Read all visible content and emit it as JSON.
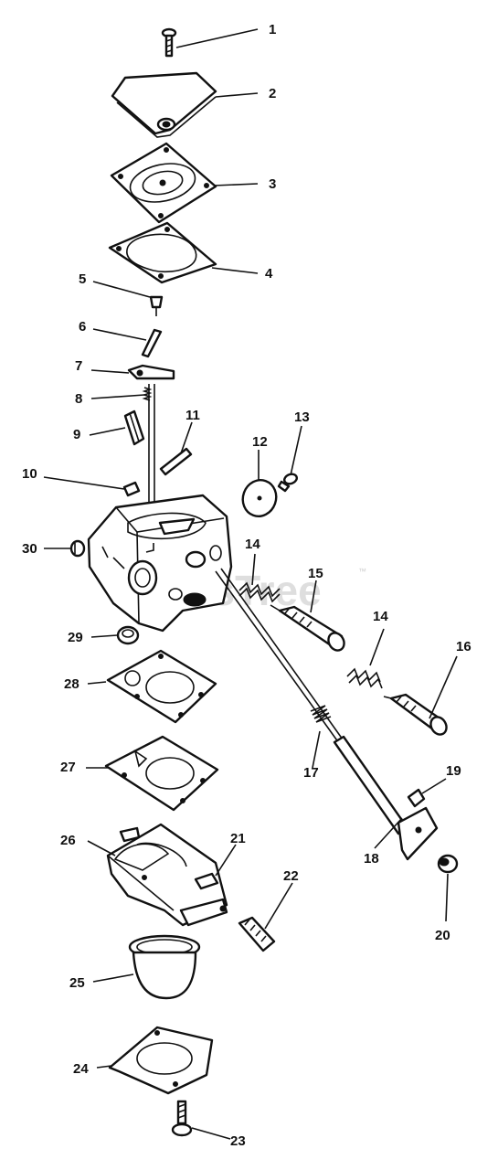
{
  "watermark": {
    "text": "PartsTree",
    "trademark": "™"
  },
  "callouts": {
    "c1": "1",
    "c2": "2",
    "c3": "3",
    "c4": "4",
    "c5": "5",
    "c6": "6",
    "c7": "7",
    "c8": "8",
    "c9": "9",
    "c10": "10",
    "c11": "11",
    "c12": "12",
    "c13": "13",
    "c14a": "14",
    "c14b": "14",
    "c15": "15",
    "c16": "16",
    "c17": "17",
    "c18": "18",
    "c19": "19",
    "c20": "20",
    "c21": "21",
    "c22": "22",
    "c23": "23",
    "c24": "24",
    "c25": "25",
    "c26": "26",
    "c27": "27",
    "c28": "28",
    "c29": "29",
    "c30": "30"
  },
  "colors": {
    "line": "#111111",
    "watermark": "#d9d9d9",
    "background": "#ffffff"
  }
}
